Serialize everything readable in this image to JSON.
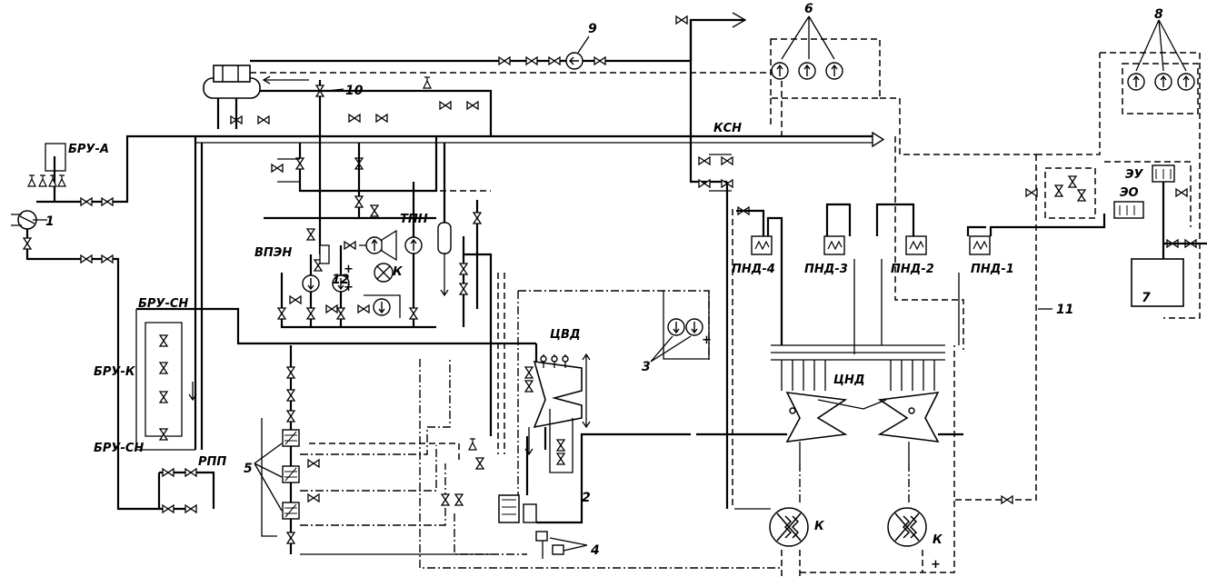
{
  "diagram": {
    "labels": {
      "bru_a": "БРУ-А",
      "bru_sn_top": "БРУ-СН",
      "bru_k": "БРУ-К",
      "bru_sn_bottom": "БРУ-СН",
      "rpp": "РПП",
      "ksn": "КСН",
      "tpn": "ТПН",
      "vpen": "ВПЭН",
      "k_pump": "К",
      "tsvd": "ЦВД",
      "tsnd": "ЦНД",
      "pnd4": "ПНД-4",
      "pnd3": "ПНД-3",
      "pnd2": "ПНД-2",
      "pnd1": "ПНД-1",
      "eu": "ЭУ",
      "eo": "ЭО",
      "k_cond_left": "К",
      "k_cond_right": "К"
    },
    "numbers": {
      "n1": "1",
      "n2": "2",
      "n3": "3",
      "n4": "4",
      "n5": "5",
      "n6": "6",
      "n7": "7",
      "n8": "8",
      "n9": "9",
      "n10": "10",
      "n11": "11",
      "n12": "12"
    }
  }
}
